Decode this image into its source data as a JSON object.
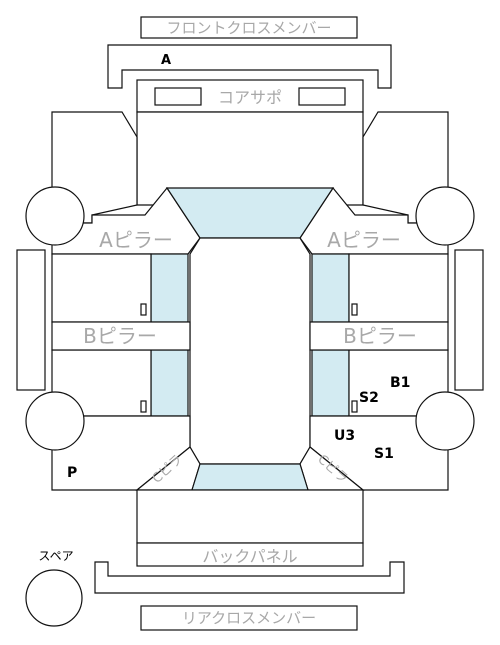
{
  "labels": {
    "front_cross_member": "フロントクロスメンバー",
    "core_support": "コアサポ",
    "a_pillar_left": "Aピラー",
    "a_pillar_right": "Aピラー",
    "b_pillar_left": "Bピラー",
    "b_pillar_right": "Bピラー",
    "back_panel": "バックパネル",
    "rear_cross_member": "リアクロスメンバー",
    "spare": "スペア",
    "pillar_rear_left": "Cピラ",
    "pillar_rear_right": "Cピラ"
  },
  "markers": {
    "A": "A",
    "B1": "B1",
    "S2": "S2",
    "U3": "U3",
    "S1": "S1",
    "P": "P"
  },
  "colors": {
    "glass": "#d3ebf2",
    "outline": "#111111",
    "label_gray": "#a8a8a8"
  }
}
